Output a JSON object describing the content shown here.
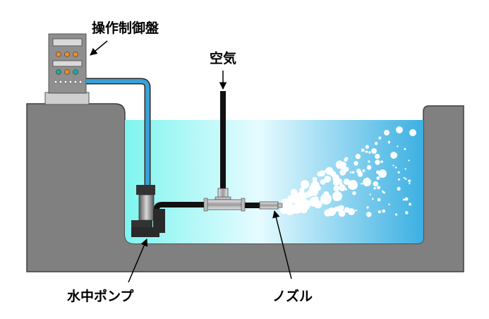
{
  "labels": {
    "control_panel": "操作制御盤",
    "air": "空気",
    "pump": "水中ポンプ",
    "nozzle": "ノズル"
  },
  "colors": {
    "tank": "#808080",
    "tank_outline": "#3f3f3f",
    "water_left": "#7ff5ef",
    "water_mid": "#e6fbff",
    "water_right": "#3cb0e2",
    "pipe_blue": "#3aa0d8",
    "pipe_black": "#111111",
    "panel_body": "#8f8f8f",
    "knob_orange": "#f08a24",
    "knob_teal": "#1aa9a0"
  }
}
